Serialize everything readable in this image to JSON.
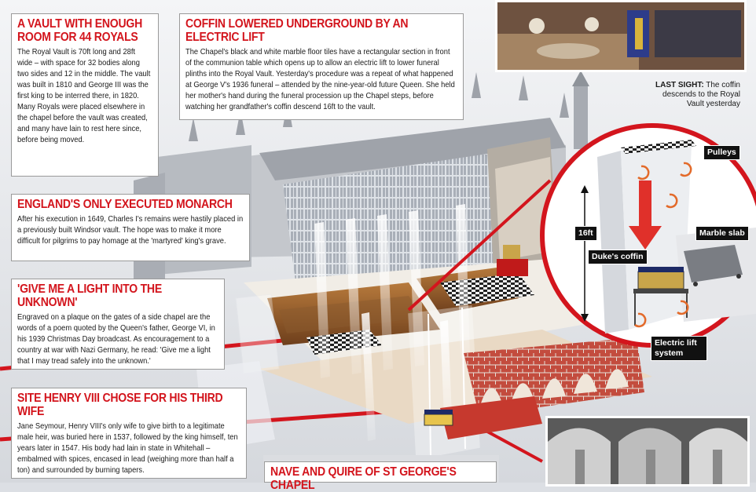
{
  "boxes": {
    "vault": {
      "title": "A VAULT WITH ENOUGH ROOM FOR 44 ROYALS",
      "body": "The Royal Vault is 70ft long and 28ft wide – with space for 32 bodies along two sides and 12 in the middle. The vault was built in 1810 and George III was the first king to be interred there, in 1820. Many Royals were placed elsewhere in the chapel before the vault was created, and many have lain to rest here since, before being moved."
    },
    "lift": {
      "title": "COFFIN LOWERED UNDERGROUND BY AN ELECTRIC LIFT",
      "body": "The Chapel's black and white marble floor tiles have a rectangular section in front of the communion table which opens up to allow an electric lift to lower funeral plinths into the Royal Vault. Yesterday's procedure was a repeat of what happened at George V's 1936 funeral – attended by the nine-year-old future Queen. She held her mother's hand during the funeral procession up the Chapel steps, before watching her grandfather's coffin descend 16ft to the vault."
    },
    "executed": {
      "title": "ENGLAND'S ONLY EXECUTED MONARCH",
      "body": "After his execution in 1649, Charles I's remains were hastily placed in a previously built Windsor vault. The hope was to make it more difficult for pilgrims to pay homage at the 'martyred' king's grave."
    },
    "light": {
      "title": "'GIVE ME A LIGHT INTO THE UNKNOWN'",
      "body": "Engraved on a plaque on the gates of a side chapel are the words of a poem quoted by the Queen's father, George VI, in his 1939 Christmas Day broadcast. As encouragement to a country at war with Nazi Germany, he read: 'Give me a light that I may tread safely into the unknown.'"
    },
    "henry": {
      "title": "SITE HENRY VIII CHOSE FOR HIS THIRD WIFE",
      "body": "Jane Seymour, Henry VIII's only wife to give birth to a legitimate male heir, was buried here in 1537, followed by the king himself, ten years later in 1547. His body had lain in state in Whitehall – embalmed with spices, encased in lead (weighing more than half a ton) and surrounded by burning tapers."
    },
    "nave": {
      "title": "NAVE AND QUIRE OF ST GEORGE'S CHAPEL"
    }
  },
  "caption": {
    "lead": "LAST SIGHT:",
    "text": "The coffin descends to the Royal Vault yesterday"
  },
  "labels": {
    "pulleys": "Pulleys",
    "height": "16ft",
    "marble": "Marble slab",
    "coffin": "Duke's coffin",
    "lift": "Electric lift system"
  },
  "colors": {
    "accent": "#d3151d",
    "stone": "#b9bcc2",
    "floor": "#e9d9c4"
  }
}
